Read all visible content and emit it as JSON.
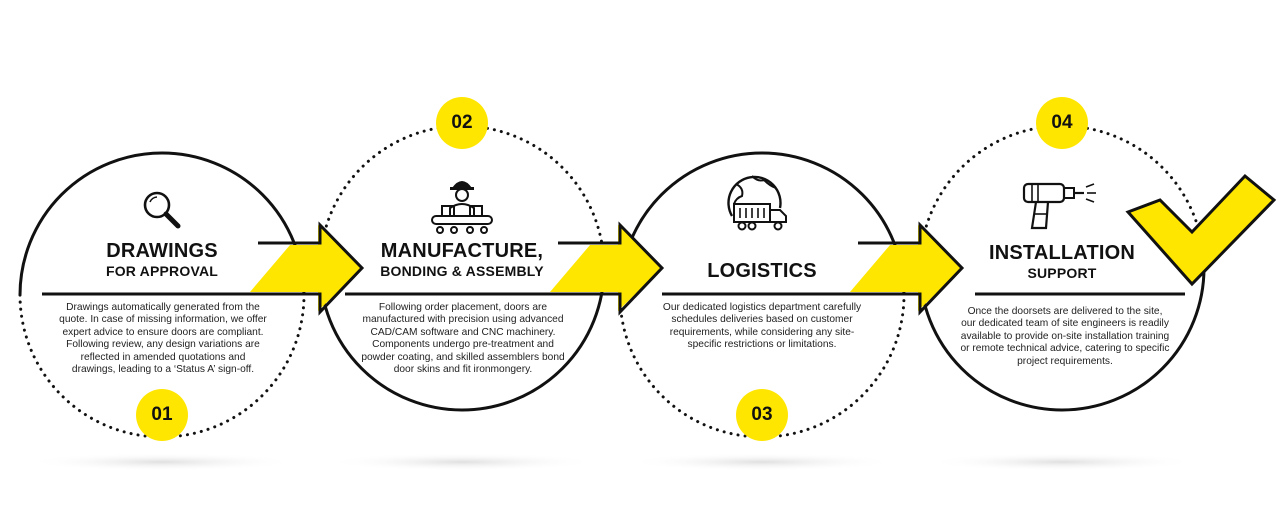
{
  "colors": {
    "accent": "#ffe600",
    "line": "#111111",
    "text": "#222222",
    "shadow": "#e9e9e9"
  },
  "stages": [
    {
      "number": "01",
      "title": "DRAWINGS",
      "subtitle": "FOR APPROVAL",
      "icon": "magnifier-icon",
      "description": "Drawings automatically generated from the quote. In case of missing information, we offer expert advice to ensure doors are compliant. Following review, any design variations are reflected in amended quotations and drawings, leading to a ‘Status A’ sign-off."
    },
    {
      "number": "02",
      "title": "MANUFACTURE,",
      "subtitle": "BONDING & ASSEMBLY",
      "icon": "factory-worker-icon",
      "description": "Following order placement, doors are manufactured with precision using advanced CAD/CAM software and CNC machinery. Components undergo pre-treatment and powder coating, and skilled assemblers bond door skins and fit ironmongery."
    },
    {
      "number": "03",
      "title": "LOGISTICS",
      "subtitle": "",
      "icon": "globe-truck-icon",
      "description": "Our dedicated logistics department carefully schedules deliveries based on customer requirements, while considering any site-specific restrictions or limitations."
    },
    {
      "number": "04",
      "title": "INSTALLATION",
      "subtitle": "SUPPORT",
      "icon": "drill-icon",
      "description": "Once the doorsets are delivered to the site, our dedicated team of site engineers is readily available to provide on-site installation training or remote technical advice, catering to specific project requirements."
    }
  ]
}
